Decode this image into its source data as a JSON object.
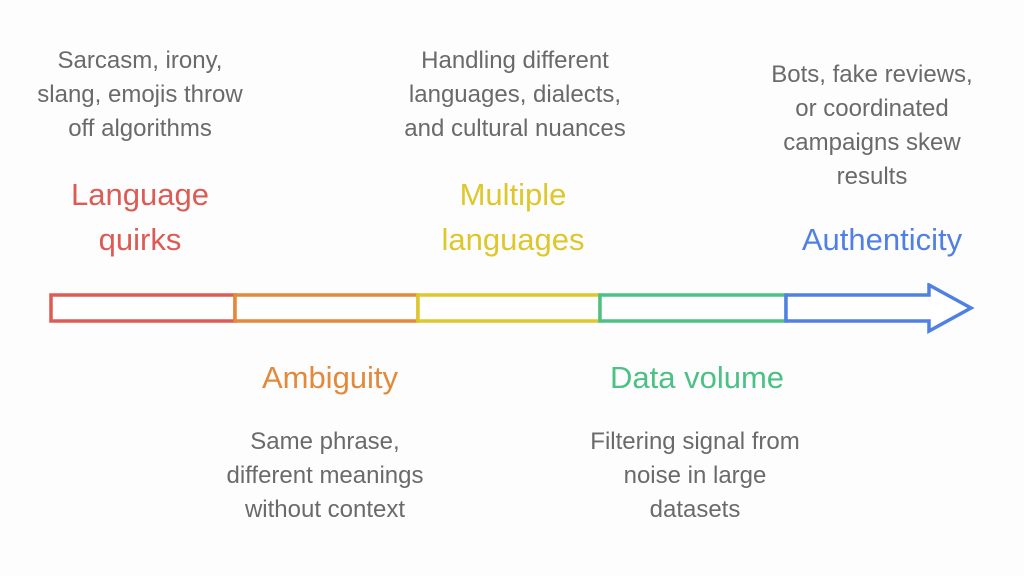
{
  "colors": {
    "background": "#fdfdfd",
    "description_text": "#6a6a6a",
    "red": "#dc5b55",
    "orange": "#e2893c",
    "yellow": "#ddc72b",
    "green": "#4cc185",
    "blue": "#5180e4"
  },
  "top_sections": [
    {
      "description": "Sarcasm, irony,\nslang, emojis throw\noff algorithms",
      "label": "Language\nquirks",
      "color": "#dc5b55"
    },
    {
      "description": "Handling different\nlanguages, dialects,\nand cultural nuances",
      "label": "Multiple\nlanguages",
      "color": "#ddc72b"
    },
    {
      "description": "Bots, fake reviews,\nor coordinated\ncampaigns skew\nresults",
      "label": "Authenticity",
      "color": "#5180e4"
    }
  ],
  "bottom_sections": [
    {
      "label": "Ambiguity",
      "description": "Same phrase,\ndifferent meanings\nwithout context",
      "color": "#e2893c"
    },
    {
      "label": "Data volume",
      "description": "Filtering signal from\nnoise in large\ndatasets",
      "color": "#4cc185"
    }
  ],
  "arrow": {
    "fill": "#ffffff",
    "segments": [
      {
        "name": "language-quirks",
        "color": "#dc5b55"
      },
      {
        "name": "ambiguity",
        "color": "#e2893c"
      },
      {
        "name": "multiple-languages",
        "color": "#ddc72b"
      },
      {
        "name": "data-volume",
        "color": "#4cc185"
      },
      {
        "name": "authenticity",
        "color": "#5180e4"
      }
    ]
  }
}
